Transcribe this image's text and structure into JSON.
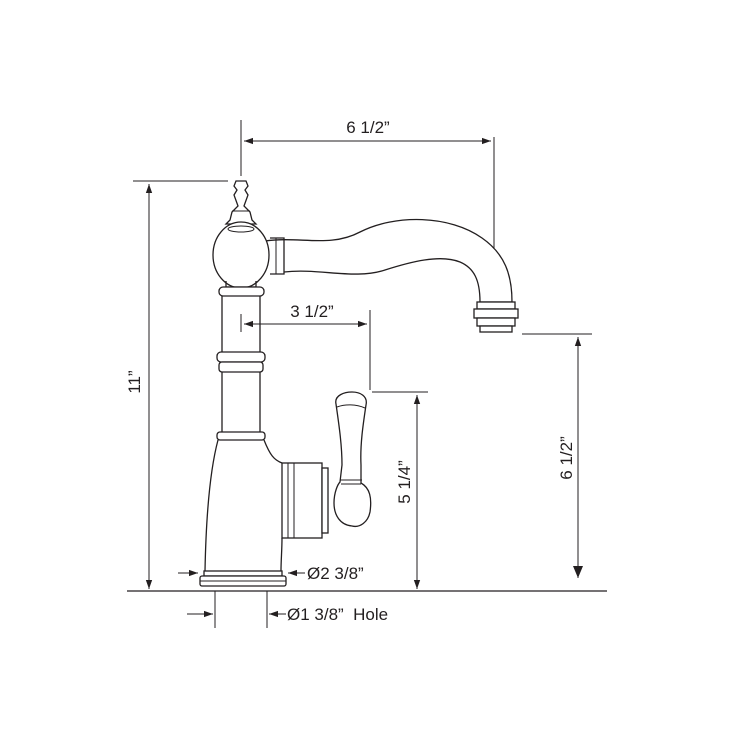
{
  "dimensions": {
    "spout_reach": "6 1/2”",
    "handle_offset": "3 1/2”",
    "overall_height": "11”",
    "handle_height": "5 1/4”",
    "spout_height": "6 1/2”",
    "base_diameter": "Ø2 3/8”",
    "hole_diameter": "Ø1 3/8”  Hole"
  },
  "colors": {
    "line": "#231f20",
    "background": "#ffffff"
  }
}
